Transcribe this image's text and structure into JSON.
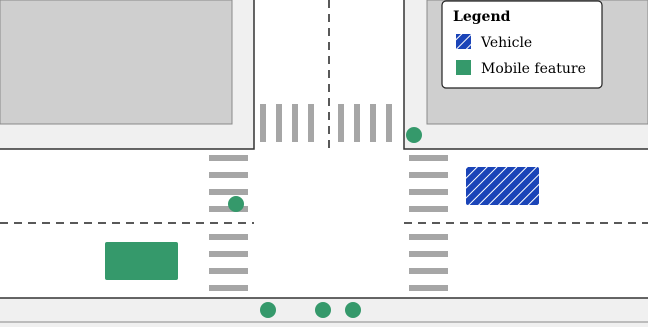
{
  "legend": {
    "title": "Legend",
    "items": [
      {
        "label": "Vehicle",
        "swatch": "hatched",
        "color": "#1a44b8"
      },
      {
        "label": "Mobile feature",
        "swatch": "solid",
        "color": "#35996b"
      }
    ]
  },
  "colors": {
    "building": "#cfcfcf",
    "sidewalk": "#f0f0f0",
    "road": "#ffffff",
    "curb": "#333333",
    "crosswalk": "#a6a6a6",
    "vehicle": "#1a44b8",
    "mobile_feature": "#35996b"
  }
}
